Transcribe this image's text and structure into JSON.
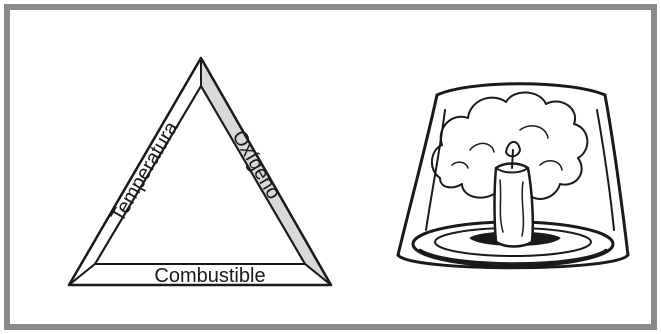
{
  "fire_triangle": {
    "labels": {
      "left": "Temperatura",
      "right": "Oxígeno",
      "bottom": "Combustible"
    }
  },
  "colors": {
    "border": "#8a8a8a",
    "stroke": "#1a1a1a",
    "shaded_side": "#d9d9d9",
    "background": "#ffffff"
  },
  "icons": {
    "illustration": "candle-under-glass-bell-icon"
  }
}
